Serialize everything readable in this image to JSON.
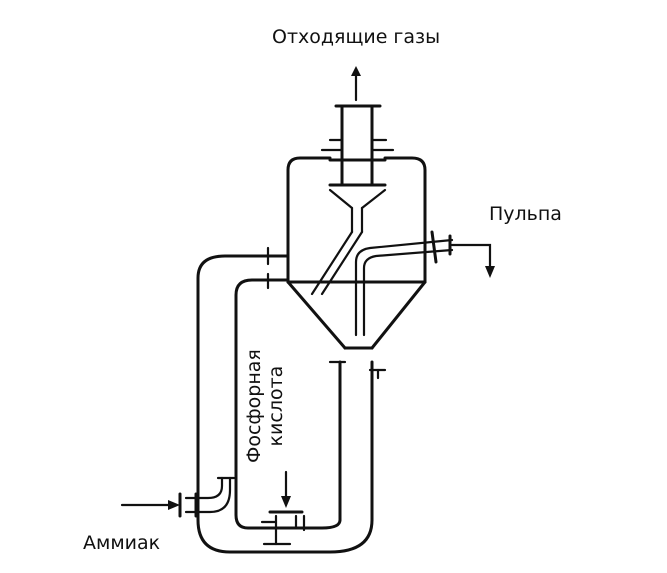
{
  "labels": {
    "exhaust_gases": "Отходящие газы",
    "pulp": "Пульпа",
    "phosphoric_acid_line1": "Фосфорная",
    "phosphoric_acid_line2": "кислота",
    "ammonia": "Аммиак"
  },
  "colors": {
    "ink": "#111111",
    "background": "#ffffff"
  }
}
